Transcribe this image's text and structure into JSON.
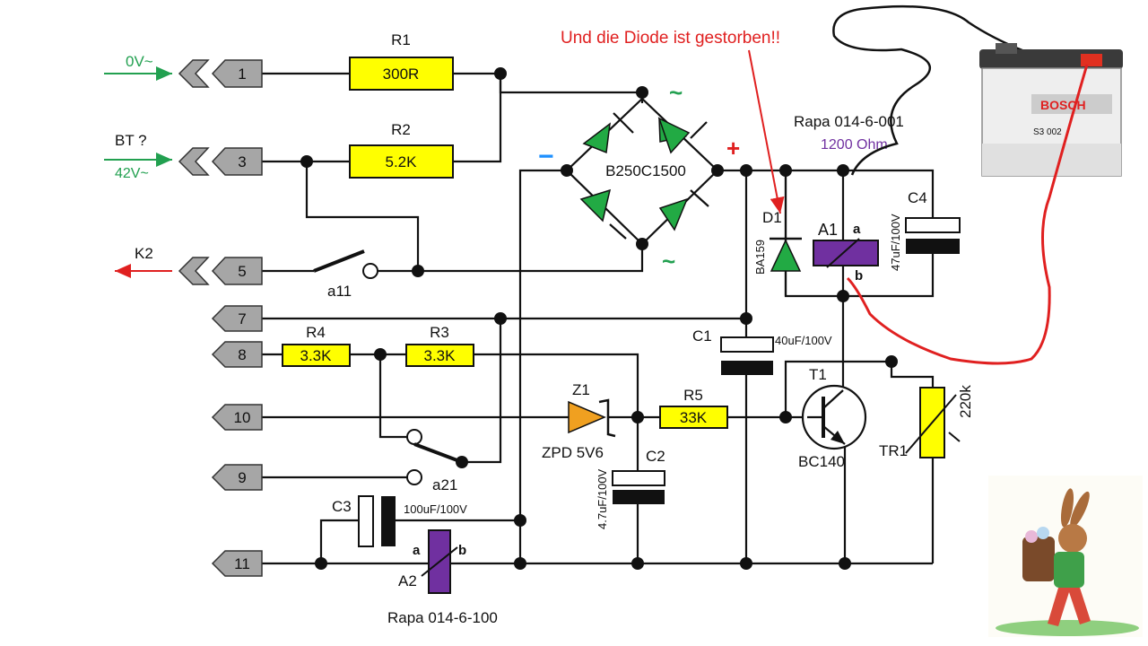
{
  "colors": {
    "wire": "#111111",
    "resistor_fill": "#ffff00",
    "diode_green": "#22aa44",
    "zener_orange": "#f0a020",
    "relay_purple": "#7030a0",
    "terminal_gray": "#a6a6a6",
    "annotation_red": "#e02020",
    "annotation_green": "#22a050",
    "minus_blue": "#1e90ff"
  },
  "annotations": {
    "title_note": "Und die Diode ist gestorben!!",
    "in_0v": "0V~",
    "bt": "BT ?",
    "in_42v": "42V~",
    "k2": "K2",
    "plus": "+",
    "minus": "−",
    "ac1": "~",
    "ac2": "~"
  },
  "terminals": [
    {
      "id": "t1",
      "label": "1"
    },
    {
      "id": "t3",
      "label": "3"
    },
    {
      "id": "t5",
      "label": "5"
    },
    {
      "id": "t7",
      "label": "7"
    },
    {
      "id": "t8",
      "label": "8"
    },
    {
      "id": "t10",
      "label": "10"
    },
    {
      "id": "t9",
      "label": "9"
    },
    {
      "id": "t11",
      "label": "11"
    }
  ],
  "components": {
    "r1": {
      "name": "R1",
      "value": "300R"
    },
    "r2": {
      "name": "R2",
      "value": "5.2K"
    },
    "r3": {
      "name": "R3",
      "value": "3.3K"
    },
    "r4": {
      "name": "R4",
      "value": "3.3K"
    },
    "r5": {
      "name": "R5",
      "value": "33K"
    },
    "bridge": {
      "name": "B250C1500"
    },
    "d1": {
      "name": "D1",
      "part": "BA159"
    },
    "z1": {
      "name": "Z1",
      "part": "ZPD 5V6"
    },
    "a1": {
      "name": "A1",
      "pin_a": "a",
      "pin_b": "b",
      "part": "Rapa 014-6-001",
      "resistance": "1200 Ohm"
    },
    "a2": {
      "name": "A2",
      "pin_a": "a",
      "pin_b": "b",
      "part": "Rapa 014-6-100"
    },
    "c1": {
      "name": "C1",
      "value": "40uF/100V"
    },
    "c2": {
      "name": "C2",
      "value": "4.7uF/100V"
    },
    "c3": {
      "name": "C3",
      "value": "100uF/100V"
    },
    "c4": {
      "name": "C4",
      "value": "47uF/100V"
    },
    "t1": {
      "name": "T1",
      "part": "BC140"
    },
    "tr1": {
      "name": "TR1",
      "value": "220k"
    },
    "a11": {
      "name": "a11"
    },
    "a21": {
      "name": "a21"
    }
  },
  "battery": {
    "brand": "BOSCH",
    "model": "S3 002"
  }
}
